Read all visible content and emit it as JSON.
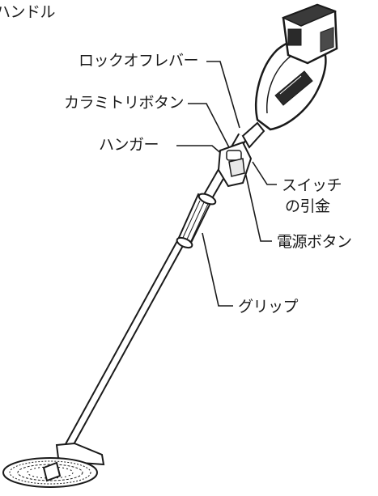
{
  "labels": {
    "handle": "ハンドル",
    "lock_off_lever": "ロックオフレバー",
    "loosen_button": "カラミトリボタン",
    "hanger": "ハンガー",
    "switch_trigger_line1": "スイッチ",
    "switch_trigger_line2": "の引金",
    "power_button": "電源ボタン",
    "grip": "グリップ"
  }
}
